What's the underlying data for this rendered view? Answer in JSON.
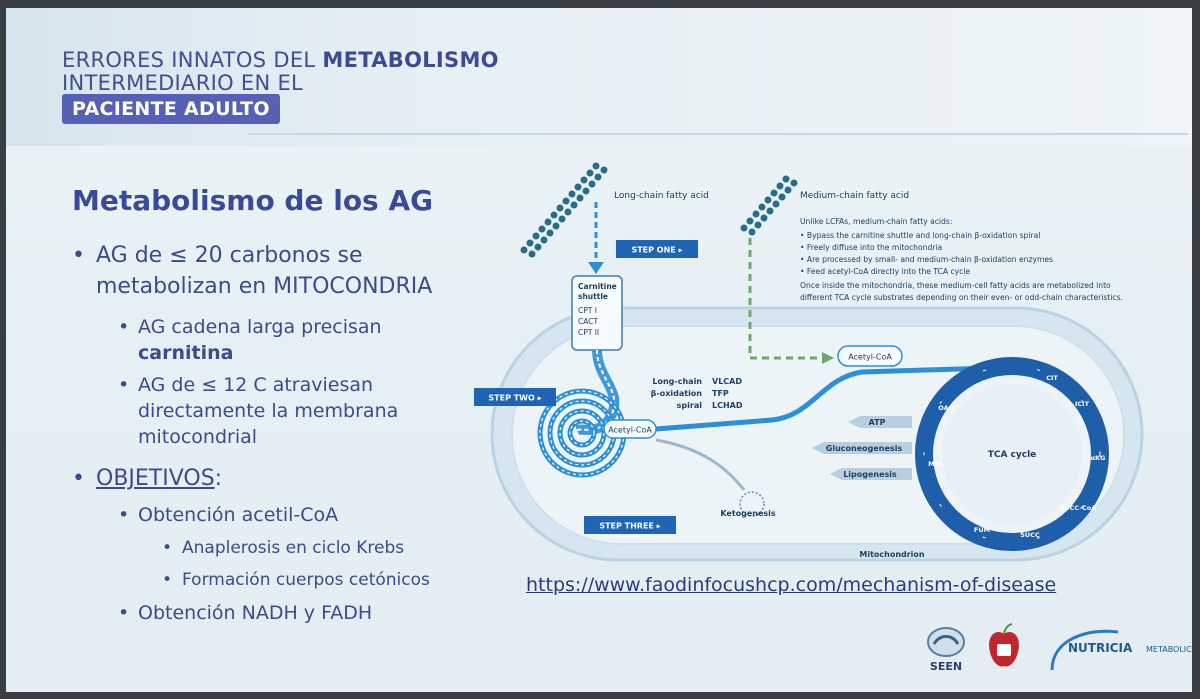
{
  "header": {
    "title_line1_pre": "ERRORES INNATOS DEL ",
    "title_line1_bold": "METABOLISMO",
    "title_line2": "INTERMEDIARIO EN EL",
    "badge": "PACIENTE ADULTO"
  },
  "content": {
    "heading": "Metabolismo de los AG",
    "b1_line1": "AG de ≤ 20 carbonos se",
    "b1_line2": "metabolizan en MITOCONDRIA",
    "b1a_line1": "AG cadena larga precisan",
    "b1a_line2": "carnitina",
    "b1b_line1": "AG de ≤ 12 C atraviesan",
    "b1b_line2": "directamente la membrana",
    "b1b_line3": "mitocondrial",
    "b2_label": "OBJETIVOS",
    "b2_colon": ":",
    "b2a": "Obtención acetil-CoA",
    "b2a1": "Anaplerosis en ciclo Krebs",
    "b2a2": "Formación cuerpos cetónicos",
    "b2b": "Obtención NADH y FADH"
  },
  "diagram": {
    "long_chain_label": "Long-chain fatty acid",
    "medium_chain_label": "Medium-chain fatty acid",
    "step_one": "STEP ONE ▸",
    "step_two": "STEP TWO ▸",
    "step_three": "STEP THREE ▸",
    "carnitine_title1": "Carnitine",
    "carnitine_title2": "shuttle",
    "cpt1": "CPT I",
    "cact": "CACT",
    "cpt2": "CPT II",
    "mcfa_intro": "Unlike LCFAs, medium-chain fatty acids:",
    "mcfa_1": "• Bypass the carnitine shuttle and long-chain β-oxidation spiral",
    "mcfa_2": "• Freely diffuse into the mitochondria",
    "mcfa_3": "• Are processed by small- and medium-chain β-oxidation enzymes",
    "mcfa_4": "• Feed acetyl-CoA directly into the TCA cycle",
    "mcfa_outro1": "Once inside the mitochondria, these medium-cell fatty acids are metabolized into",
    "mcfa_outro2": "different TCA cycle substrates depending on their even- or odd-chain characteristics.",
    "acetyl_coa_top": "Acetyl-CoA",
    "acetyl_coa_spiral": "Acetyl-CoA",
    "beta_ox1": "Long-chain",
    "beta_ox2": "β-oxidation",
    "beta_ox3": "spiral",
    "vlcad": "VLCAD",
    "tfp": "TFP",
    "lchad": "LCHAD",
    "atp": "ATP",
    "gluconeogenesis": "Gluconeogenesis",
    "lipogenesis": "Lipogenesis",
    "ketogenesis": "Ketogenesis",
    "tca_cycle": "TCA cycle",
    "mitochondrion": "Mitochondrion",
    "tca_cit": "CIT",
    "tca_icit": "ICIT",
    "tca_akg": "αKG",
    "tca_succcoa": "SUCC-CoA",
    "tca_succ": "SUCC",
    "tca_fum": "FUM",
    "tca_mal": "MAL",
    "tca_oaa": "OAA"
  },
  "url": "https://www.faodinfocushcp.com/mechanism-of-disease",
  "logos": {
    "seen": "SEEN",
    "nutricia": "NUTRICIA",
    "nutricia_sub": "METABOLICS"
  },
  "colors": {
    "title_blue": "#3f4f8f",
    "badge_purple": "#5560b6",
    "diagram_blue": "#2d8fd6",
    "dashed_green": "#6fa86f",
    "tca_dark": "#1f5ea8"
  }
}
